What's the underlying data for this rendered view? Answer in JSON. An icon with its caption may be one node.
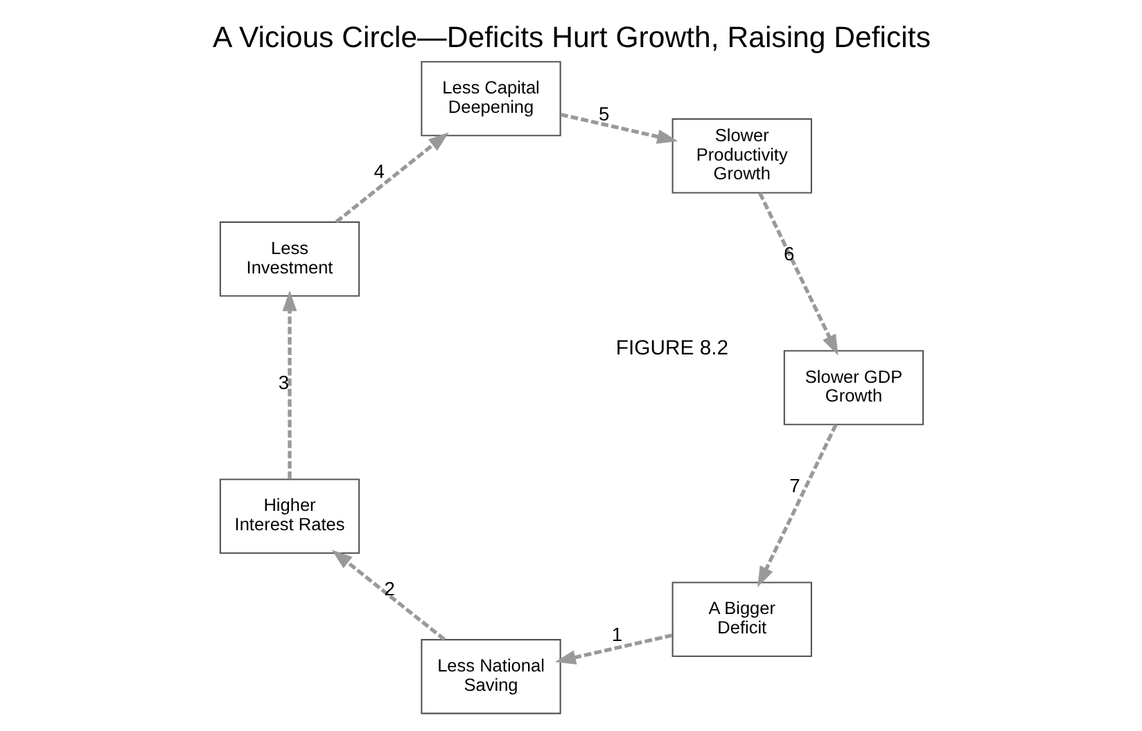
{
  "diagram": {
    "title": "A Vicious Circle—Deficits Hurt Growth, Raising Deficits",
    "nodes": [
      {
        "text": [
          "A Bigger Deficit"
        ]
      },
      {
        "text": [
          "Less National Saving"
        ]
      },
      {
        "text": [
          "Higher Interest Rates"
        ]
      },
      {
        "text": [
          "Less Investment"
        ]
      },
      {
        "text": [
          "Less Capital Deepening"
        ]
      },
      {
        "text": [
          "Slower Productivity Growth"
        ]
      },
      {
        "text": [
          "Slower GDP Growth"
        ]
      }
    ],
    "edges": [
      {
        "from": 0,
        "to": 1,
        "arrow": "to",
        "label": "1",
        "style": "dashed"
      },
      {
        "from": 1,
        "to": 2,
        "arrow": "to",
        "label": "2",
        "style": "dashed"
      },
      {
        "from": 2,
        "to": 3,
        "arrow": "to",
        "label": "3",
        "style": "dashed"
      },
      {
        "from": 3,
        "to": 4,
        "arrow": "to",
        "label": "4",
        "style": "dashed"
      },
      {
        "from": 4,
        "to": 5,
        "arrow": "to",
        "label": "5",
        "style": "dashed"
      },
      {
        "from": 5,
        "to": 6,
        "arrow": "to",
        "label": "6",
        "style": "dashed"
      },
      {
        "from": 6,
        "to": 0,
        "arrow": "to",
        "label": "7",
        "style": "dashed"
      }
    ],
    "labels": [
      "FIGURE 8.2"
    ]
  }
}
